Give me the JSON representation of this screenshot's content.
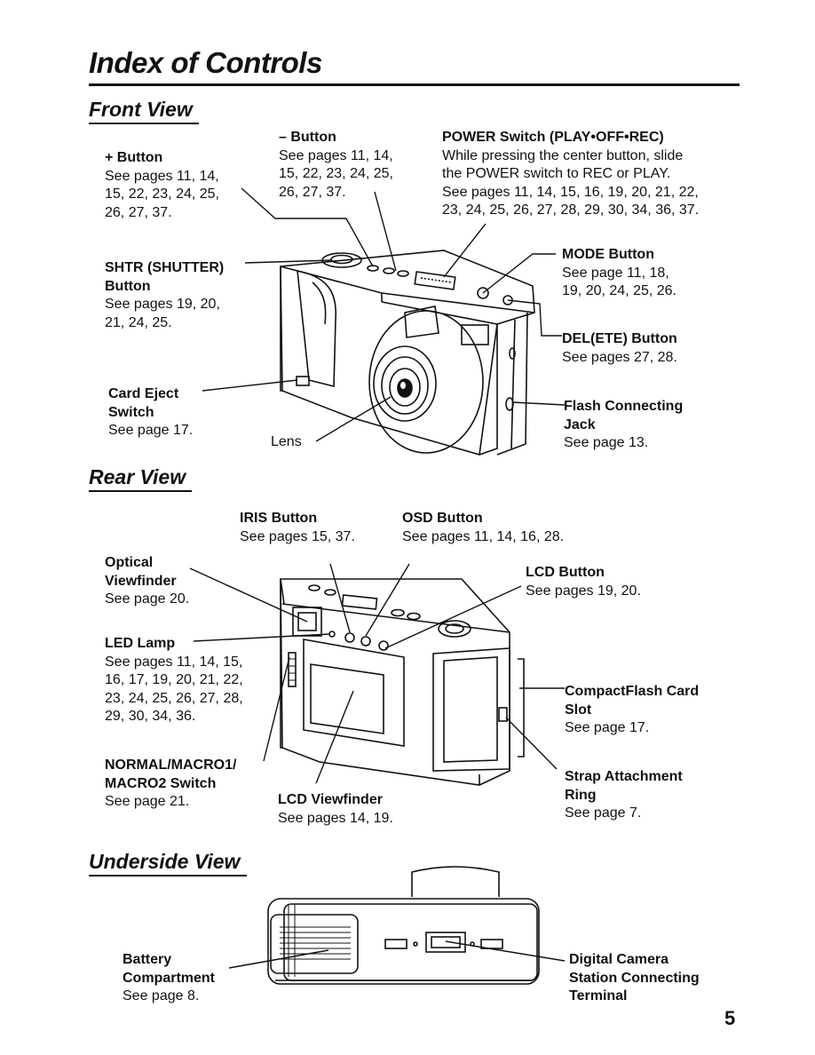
{
  "page_title": "Index of Controls",
  "page_number": "5",
  "front_view": {
    "heading": "Front View",
    "plus_button": {
      "name": "+ Button",
      "ref": [
        "See pages 11, 14,",
        "15, 22, 23, 24, 25,",
        "26, 27, 37."
      ]
    },
    "minus_button": {
      "name": "– Button",
      "ref": [
        "See pages 11, 14,",
        "15, 22, 23, 24, 25,",
        "26, 27, 37."
      ]
    },
    "power_switch": {
      "name": "POWER Switch (PLAY•OFF•REC)",
      "ref": [
        "While pressing the center button, slide",
        "the POWER switch to REC or PLAY.",
        "See pages 11, 14, 15, 16, 19, 20, 21, 22,",
        "23, 24, 25, 26, 27, 28, 29, 30, 34, 36, 37."
      ]
    },
    "shutter_button": {
      "name": [
        "SHTR (SHUTTER)",
        "Button"
      ],
      "ref": [
        "See pages 19, 20,",
        "21, 24, 25."
      ]
    },
    "mode_button": {
      "name": "MODE Button",
      "ref": [
        "See page 11, 18,",
        "19, 20, 24, 25, 26."
      ]
    },
    "delete_button": {
      "name": "DEL(ETE) Button",
      "ref": [
        "See pages 27, 28."
      ]
    },
    "card_eject": {
      "name": [
        "Card Eject",
        "Switch"
      ],
      "ref": [
        "See page 17."
      ]
    },
    "flash_jack": {
      "name": [
        "Flash Connecting",
        "Jack"
      ],
      "ref": [
        "See page 13."
      ]
    },
    "lens": {
      "name": "Lens"
    }
  },
  "rear_view": {
    "heading": "Rear View",
    "iris_button": {
      "name": "IRIS Button",
      "ref": [
        "See pages 15, 37."
      ]
    },
    "osd_button": {
      "name": "OSD Button",
      "ref": [
        "See pages 11, 14, 16, 28."
      ]
    },
    "optical_viewfinder": {
      "name": [
        "Optical",
        "Viewfinder"
      ],
      "ref": [
        "See page 20."
      ]
    },
    "lcd_button": {
      "name": "LCD Button",
      "ref": [
        "See pages 19, 20."
      ]
    },
    "led_lamp": {
      "name": "LED Lamp",
      "ref": [
        "See pages 11, 14, 15,",
        "16, 17, 19, 20, 21, 22,",
        "23, 24, 25, 26, 27, 28,",
        "29, 30, 34, 36."
      ]
    },
    "cf_slot": {
      "name": [
        "CompactFlash Card",
        "Slot"
      ],
      "ref": [
        "See page 17."
      ]
    },
    "macro_switch": {
      "name": [
        "NORMAL/MACRO1/",
        "MACRO2 Switch"
      ],
      "ref": [
        "See page 21."
      ]
    },
    "lcd_viewfinder": {
      "name": "LCD Viewfinder",
      "ref": [
        "See pages 14, 19."
      ]
    },
    "strap_ring": {
      "name": [
        "Strap Attachment",
        "Ring"
      ],
      "ref": [
        "See page 7."
      ]
    }
  },
  "underside_view": {
    "heading": "Underside View",
    "battery": {
      "name": [
        "Battery",
        "Compartment"
      ],
      "ref": [
        "See page 8."
      ]
    },
    "station_terminal": {
      "name": [
        "Digital Camera",
        "Station Connecting",
        "Terminal"
      ]
    }
  }
}
